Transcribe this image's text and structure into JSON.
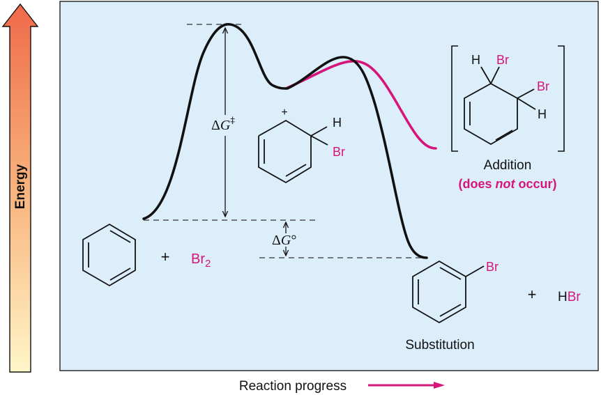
{
  "axis": {
    "y_label": "Energy",
    "x_label": "Reaction progress"
  },
  "reactants": {
    "plus": "+",
    "bromine": "Br",
    "bromine_subscript": "2"
  },
  "intermediate": {
    "charge": "+",
    "h": "H",
    "br": "Br"
  },
  "activation": {
    "delta": "Δ",
    "g": "G",
    "sup": "‡"
  },
  "free_energy": {
    "delta": "Δ",
    "g": "G",
    "deg": "°"
  },
  "addition": {
    "h1": "H",
    "br1": "Br",
    "br2": "Br",
    "h2": "H",
    "label": "Addition",
    "note_open": "(does ",
    "note_not": "not",
    "note_close": " occur)"
  },
  "substitution": {
    "br": "Br",
    "plus": "+",
    "h": "H",
    "hbr_br": "Br",
    "label": "Substitution"
  },
  "colors": {
    "accent": "#d6157a",
    "panel": "#dceefa",
    "curve": "#111111",
    "arrow_top": "#ef6a4a",
    "arrow_bottom": "#fff6c8"
  }
}
